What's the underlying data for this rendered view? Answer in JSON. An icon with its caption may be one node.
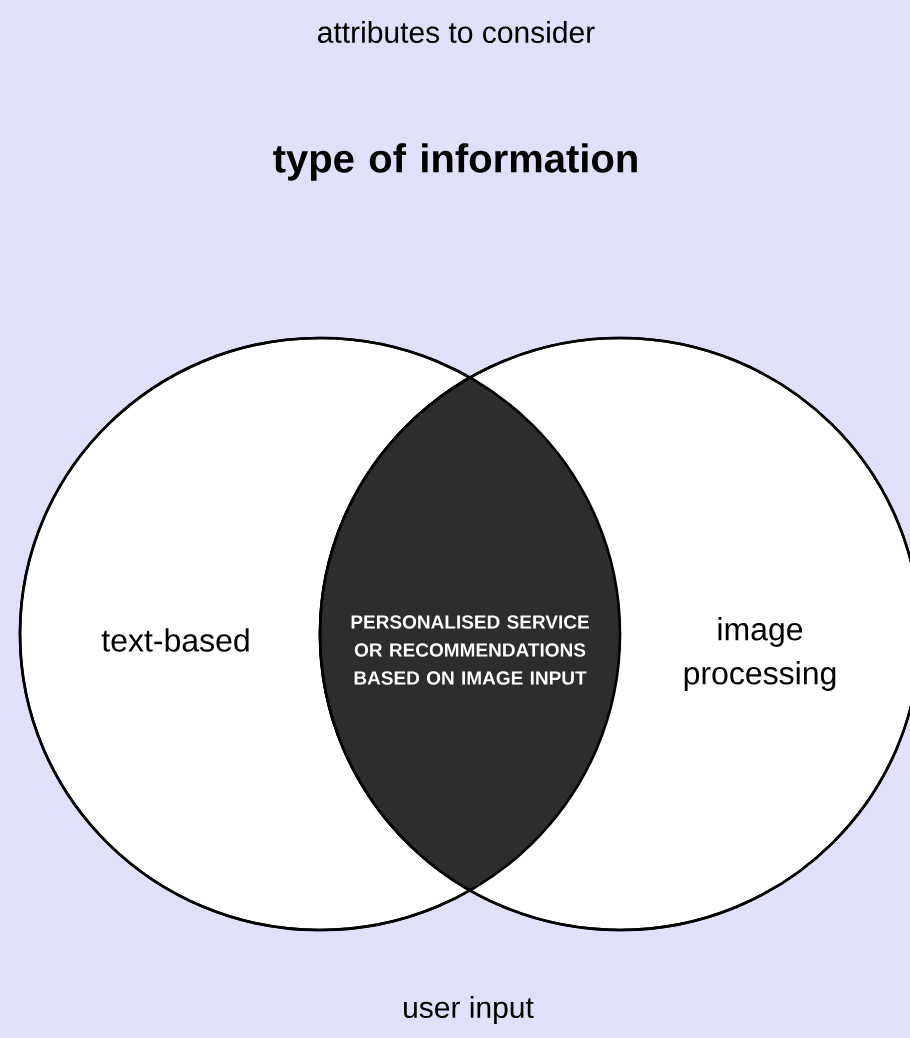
{
  "diagram": {
    "title": "type of information",
    "nodes": [
      {
        "text": [
          "text-based"
        ]
      },
      {
        "text": [
          "image processing"
        ]
      },
      {
        "text": [
          "PERSONALISED SERVICE OR RECOMMENDATIONS BASED ON IMAGE INPUT"
        ]
      }
    ],
    "labels": [
      "attributes to consider",
      "user input"
    ]
  }
}
